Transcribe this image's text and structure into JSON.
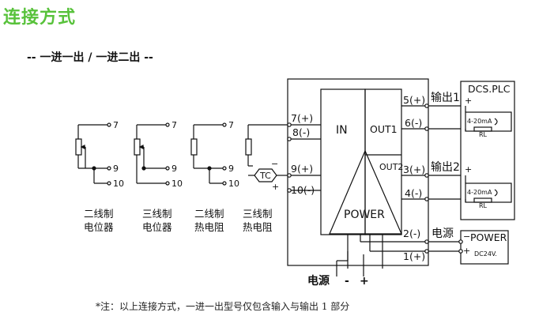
{
  "title": "连接方式",
  "subtitle": "-- 一进一出 / 一进二出 --",
  "note": "*注：以上连接方式，一进一出型号仅包含输入与输出 1 部分",
  "sensors": [
    {
      "line1": "二线制",
      "line2": "电位器",
      "terms": [
        "7",
        "9",
        "10"
      ]
    },
    {
      "line1": "三线制",
      "line2": "电位器",
      "terms": [
        "7",
        "9",
        "10"
      ]
    },
    {
      "line1": "二线制",
      "line2": "热电阻",
      "terms": [
        "7",
        "9",
        "10"
      ]
    },
    {
      "line1": "三线制",
      "line2": "热电阻",
      "terms": [
        "7",
        "9",
        "10"
      ]
    }
  ],
  "tc": {
    "label": "TC",
    "minus": "−",
    "plus": "+"
  },
  "input_terminals": [
    "7(+)",
    "8(-)",
    "9(+)",
    "10(-)"
  ],
  "module": {
    "in_label": "IN",
    "out1_label": "OUT1",
    "out2_label": "OUT2",
    "power_label": "POWER"
  },
  "output_terminals": [
    "5(+)",
    "6(-)",
    "3(+)",
    "4(-)",
    "2(-)",
    "1(+)"
  ],
  "out1_label": "输出1",
  "out2_label": "输出2",
  "power_source_label": "电源",
  "dcs": {
    "title": "DCS.PLC",
    "current": "4-20mA",
    "rl": "RL",
    "plus": "+",
    "minus": "−"
  },
  "power_box": {
    "title": "POWER",
    "voltage": "DC24V.",
    "minus": "−",
    "plus": "+"
  },
  "bottom_power": {
    "label": "电源",
    "minus": "-",
    "plus": "+"
  }
}
